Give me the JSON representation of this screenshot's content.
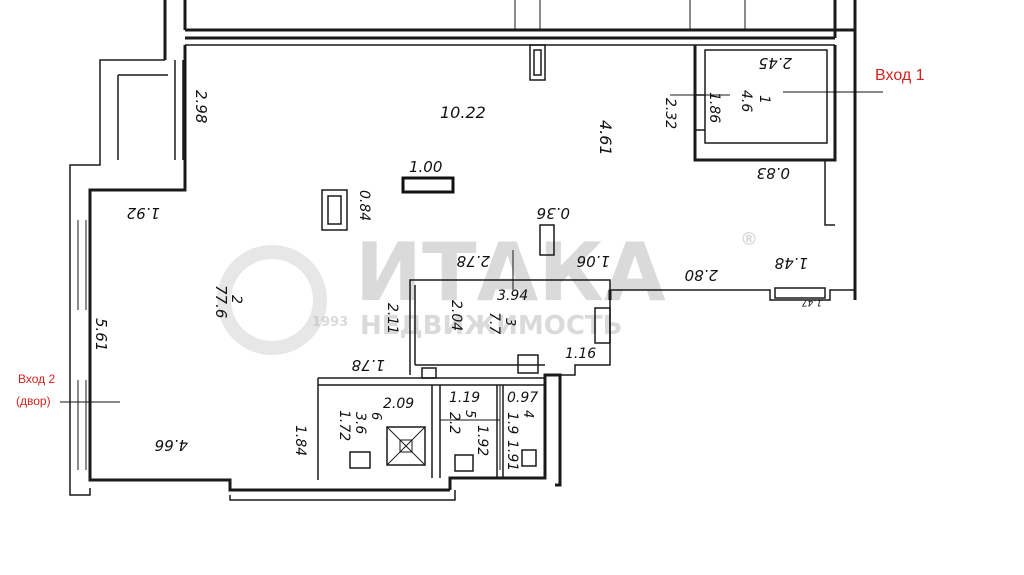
{
  "entrances": {
    "entrance_1": "Вход 1",
    "entrance_2_line1": "Вход 2",
    "entrance_2_line2": "(двор)"
  },
  "watermark": {
    "brand": "ИТАКА",
    "sub": "НЕДВИЖИМОСТЬ",
    "year": "1993",
    "reg": "®"
  },
  "dimensions": {
    "d_10_22": "10.22",
    "d_4_61": "4.61",
    "d_2_98": "2.98",
    "d_1_00": "1.00",
    "d_0_84": "0.84",
    "d_1_92": "1.92",
    "d_0_36": "0.36",
    "d_1_06": "1.06",
    "d_2_78": "2.78",
    "d_2_80": "2.80",
    "d_1_48": "1.48",
    "d_0_83": "0.83",
    "d_2_32": "2.32",
    "d_1_86": "1.86",
    "d_2_45": "2.45",
    "d_r1_num": "1",
    "d_r1_area": "4.6",
    "d_r2_num": "2",
    "d_r2_area": "77.6",
    "d_5_61": "5.61",
    "d_2_11": "2.11",
    "d_1_78": "1.78",
    "d_3_94": "3.94",
    "d_2_04": "2.04",
    "d_r3_num": "3",
    "d_r3_area": "7.7",
    "d_1_16": "1.16",
    "d_2_09": "2.09",
    "d_r6_num": "6",
    "d_r6_area": "3.6",
    "d_1_72": "1.72",
    "d_1_84": "1.84",
    "d_4_66": "4.66",
    "d_1_19": "1.19",
    "d_r5_num": "5",
    "d_r5_area": "2.2",
    "d_1_92b": "1.92",
    "d_0_97": "0.97",
    "d_r4_num": "4",
    "d_r4_area": "1.9",
    "d_1_91": "1.91",
    "d_1_47": "1.47"
  },
  "colors": {
    "annotation": "#d2231e",
    "wall": "#1a1a1a",
    "watermark": "#bdbdbd"
  }
}
